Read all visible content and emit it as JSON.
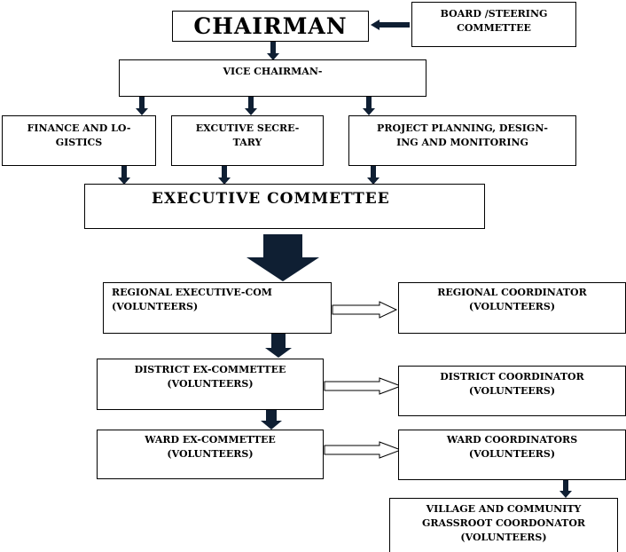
{
  "colors": {
    "arrow_fill": "#0f1f33",
    "border": "#000000",
    "background": "#ffffff"
  },
  "nodes": {
    "chairman": {
      "line1": "CHAIRMAN"
    },
    "board": {
      "line1": "BOARD /STEERING",
      "line2": "COMMETTEE"
    },
    "vice_chairman": {
      "line1": "VICE CHAIRMAN-"
    },
    "finance": {
      "line1": "FINANCE AND LO-",
      "line2": "GISTICS"
    },
    "exec_secretary": {
      "line1": "EXCUTIVE SECRE-",
      "line2": "TARY"
    },
    "project_planning": {
      "line1": "PROJECT PLANNING, DESIGN-",
      "line2": "ING AND MONITORING"
    },
    "executive_committee": {
      "line1": "EXECUTIVE COMMETTEE"
    },
    "regional_exec": {
      "line1": "REGIONAL EXECUTIVE-COM",
      "line2": "(VOLUNTEERS)"
    },
    "regional_coord": {
      "line1": "REGIONAL COORDINATOR",
      "line2": "(VOLUNTEERS)"
    },
    "district_exec": {
      "line1": "DISTRICT EX-COMMETTEE",
      "line2": "(VOLUNTEERS)"
    },
    "district_coord": {
      "line1": "DISTRICT COORDINATOR",
      "line2": "(VOLUNTEERS)"
    },
    "ward_exec": {
      "line1": "WARD EX-COMMETTEE",
      "line2": "(VOLUNTEERS)"
    },
    "ward_coord": {
      "line1": "WARD COORDINATORS",
      "line2": "(VOLUNTEERS)"
    },
    "village": {
      "line1": "VILLAGE AND COMMUNITY",
      "line2": "GRASSROOT COORDONATOR",
      "line3": "(VOLUNTEERS)"
    }
  }
}
